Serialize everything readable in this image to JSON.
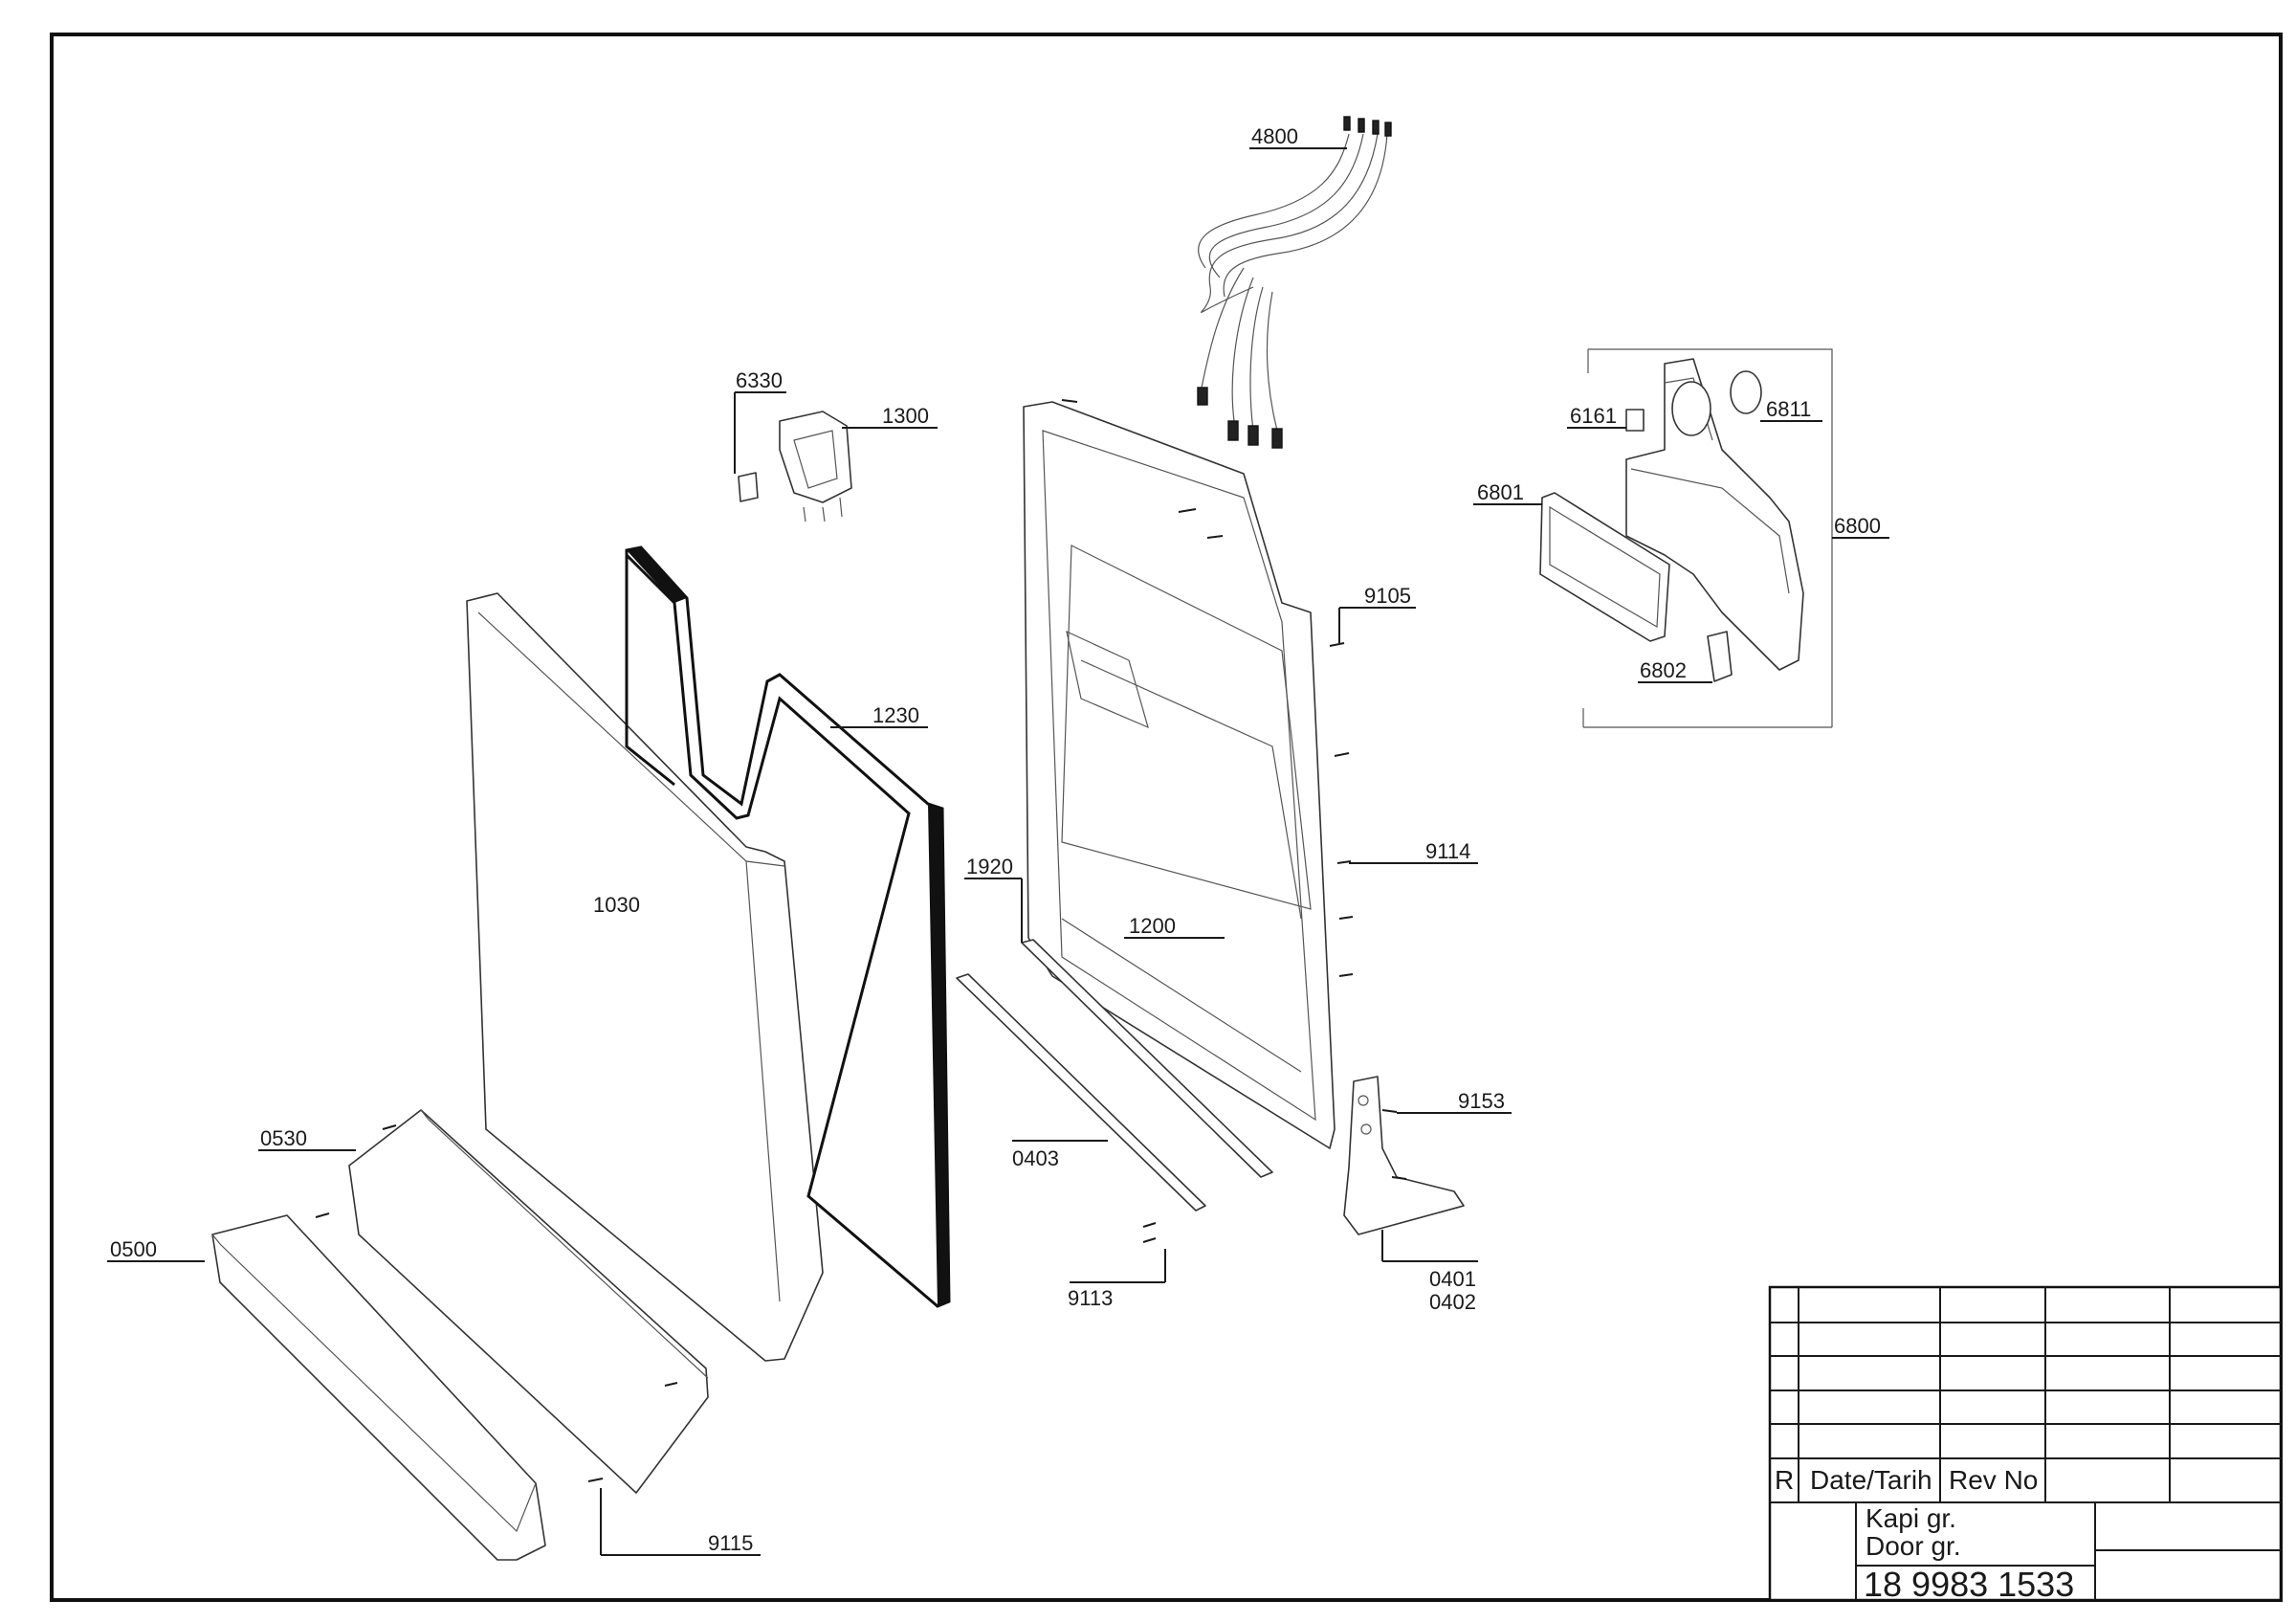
{
  "parts": [
    {
      "id": "p4800",
      "label": "4800"
    },
    {
      "id": "p6330",
      "label": "6330"
    },
    {
      "id": "p1300",
      "label": "1300"
    },
    {
      "id": "p6161",
      "label": "6161"
    },
    {
      "id": "p6811",
      "label": "6811"
    },
    {
      "id": "p6801",
      "label": "6801"
    },
    {
      "id": "p6800",
      "label": "6800"
    },
    {
      "id": "p6802",
      "label": "6802"
    },
    {
      "id": "p9105",
      "label": "9105"
    },
    {
      "id": "p1230",
      "label": "1230"
    },
    {
      "id": "p1030",
      "label": "1030"
    },
    {
      "id": "p1920",
      "label": "1920"
    },
    {
      "id": "p1200",
      "label": "1200"
    },
    {
      "id": "p9114",
      "label": "9114"
    },
    {
      "id": "p9153",
      "label": "9153"
    },
    {
      "id": "p0530",
      "label": "0530"
    },
    {
      "id": "p0403",
      "label": "0403"
    },
    {
      "id": "p0500",
      "label": "0500"
    },
    {
      "id": "p0401",
      "label": "0401"
    },
    {
      "id": "p0402",
      "label": "0402"
    },
    {
      "id": "p9113",
      "label": "9113"
    },
    {
      "id": "p9115",
      "label": "9115"
    }
  ],
  "title_block": {
    "rev_letter": "R",
    "date_header": "Date/Tarih",
    "rev_header": "Rev No",
    "title_tr": "Kapi gr.",
    "title_en": "Door gr.",
    "part_number": "18 9983 1533"
  }
}
